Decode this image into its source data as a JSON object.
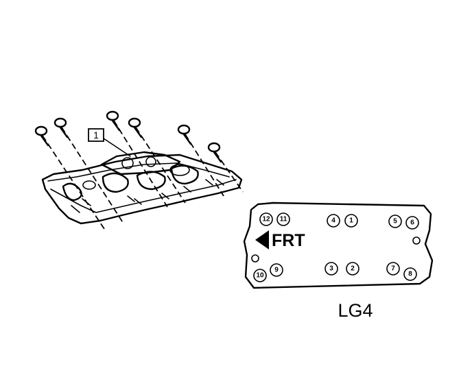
{
  "callout": {
    "label": "1"
  },
  "direction_label": "FRT",
  "caption": "LG4",
  "bolt_sequence": [
    {
      "n": "12",
      "row": "top"
    },
    {
      "n": "11",
      "row": "top"
    },
    {
      "n": "4",
      "row": "top"
    },
    {
      "n": "1",
      "row": "top"
    },
    {
      "n": "5",
      "row": "top"
    },
    {
      "n": "6",
      "row": "top"
    },
    {
      "n": "10",
      "row": "bottom"
    },
    {
      "n": "9",
      "row": "bottom"
    },
    {
      "n": "3",
      "row": "bottom"
    },
    {
      "n": "2",
      "row": "bottom"
    },
    {
      "n": "7",
      "row": "bottom"
    },
    {
      "n": "8",
      "row": "bottom"
    }
  ]
}
